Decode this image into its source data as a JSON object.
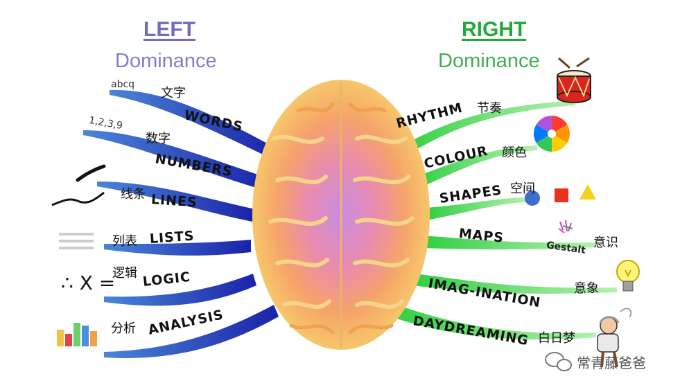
{
  "left": {
    "header": "LEFT",
    "subheader": "Dominance",
    "branches": [
      {
        "label": "WORDS",
        "annotation": "abcq",
        "cn": "文字"
      },
      {
        "label": "NUMBERS",
        "annotation": "1,2,3,9",
        "cn": "数字"
      },
      {
        "label": "LINES",
        "cn": "线条"
      },
      {
        "label": "LISTS",
        "cn": "列表"
      },
      {
        "label": "LOGIC",
        "annotation": "∴ X =",
        "cn": "逻辑"
      },
      {
        "label": "ANALYSIS",
        "cn": "分析"
      }
    ]
  },
  "right": {
    "header": "RIGHT",
    "subheader": "Dominance",
    "branches": [
      {
        "label": "RHYTHM",
        "cn": "节奏",
        "icon": "drum-icon"
      },
      {
        "label": "COLOUR",
        "cn": "颜色",
        "icon": "color-wheel-icon"
      },
      {
        "label": "SHAPES",
        "cn": "空间",
        "icon": "shapes-icon"
      },
      {
        "label": "MAPS",
        "annotation": "Gestalt",
        "cn": "意识",
        "icon": "sparkle-icon"
      },
      {
        "label": "IMAG-INATION",
        "cn": "意象",
        "icon": "lightbulb-icon"
      },
      {
        "label": "DAYDREAMING",
        "cn": "白日梦",
        "icon": "dreamer-icon"
      }
    ]
  },
  "center": {
    "icon": "brain-icon"
  },
  "watermark": {
    "text": "常青藤爸爸",
    "icon": "wechat-icon"
  },
  "colors": {
    "left_branch": "#1f2fae",
    "right_branch": "#49d859",
    "left_title": "#6f6cc1",
    "right_title": "#23a83d"
  }
}
